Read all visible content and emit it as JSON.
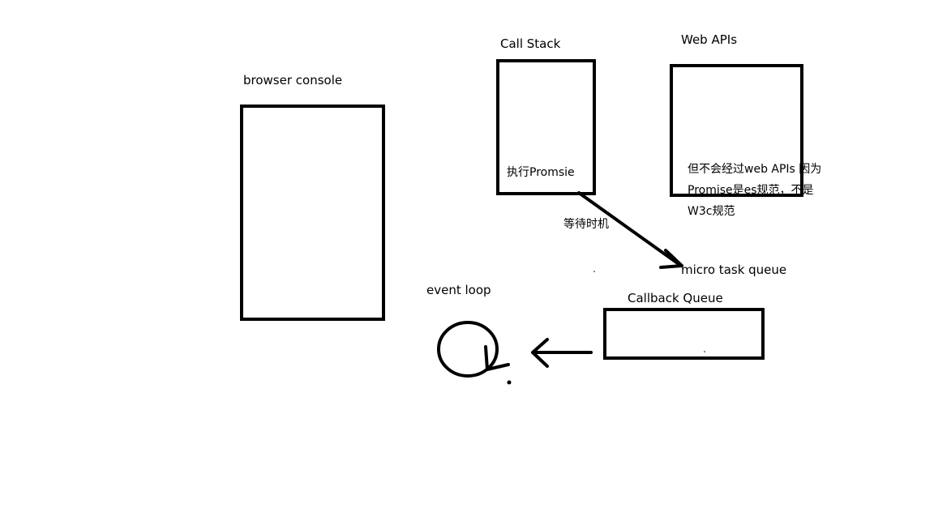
{
  "labels": {
    "browser_console": "browser console",
    "call_stack": "Call Stack",
    "web_apis": "Web APIs",
    "event_loop": "event loop",
    "callback_queue": "Callback Queue",
    "micro_task_queue": "micro task queue",
    "execute_promise": "执行Promsie",
    "wait_timing": "等待时机"
  },
  "note": {
    "line1": "但不会经过web APIs 因为",
    "line2": "Promise是es规范，不是",
    "line3": "W3c规范"
  }
}
